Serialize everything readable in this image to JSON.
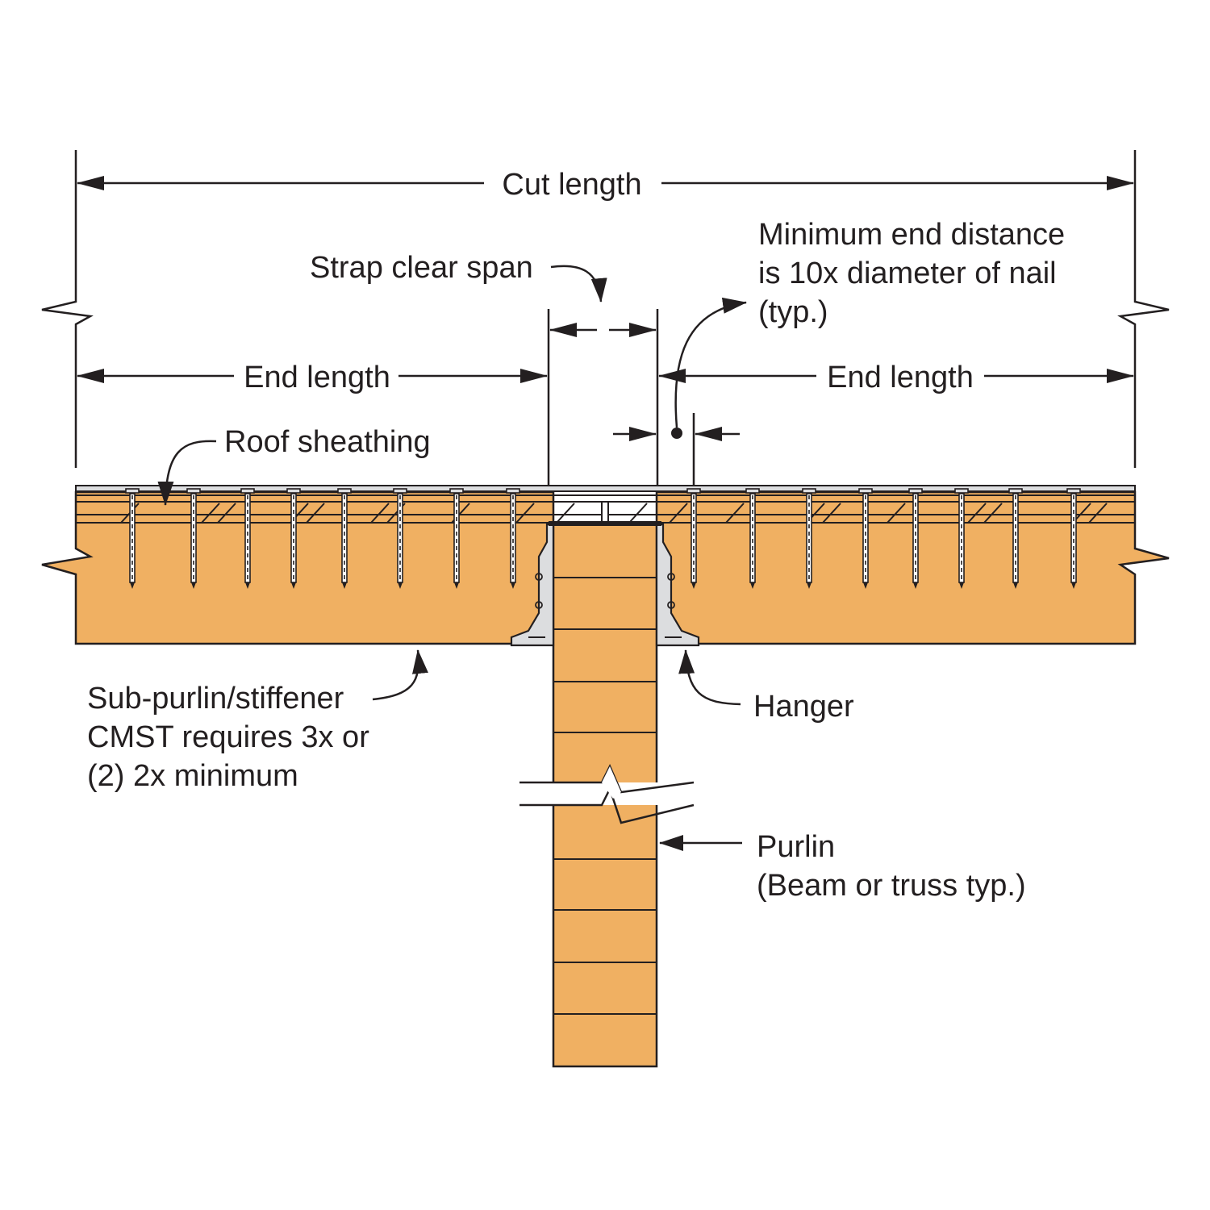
{
  "colors": {
    "wood": "#f0b062",
    "steel": "#dcdddf",
    "ink": "#231f20"
  },
  "labels": {
    "cut_length": "Cut length",
    "strap_clear_span": "Strap clear span",
    "min_end_distance": [
      "Minimum end distance",
      "is 10x diameter of nail",
      "(typ.)"
    ],
    "end_length_left": "End length",
    "end_length_right": "End length",
    "roof_sheathing": "Roof sheathing",
    "sub_purlin": [
      "Sub-purlin/stiffener",
      "CMST requires 3x or",
      "(2) 2x minimum"
    ],
    "hanger": "Hanger",
    "purlin": [
      "Purlin",
      "(Beam or truss typ.)"
    ]
  }
}
